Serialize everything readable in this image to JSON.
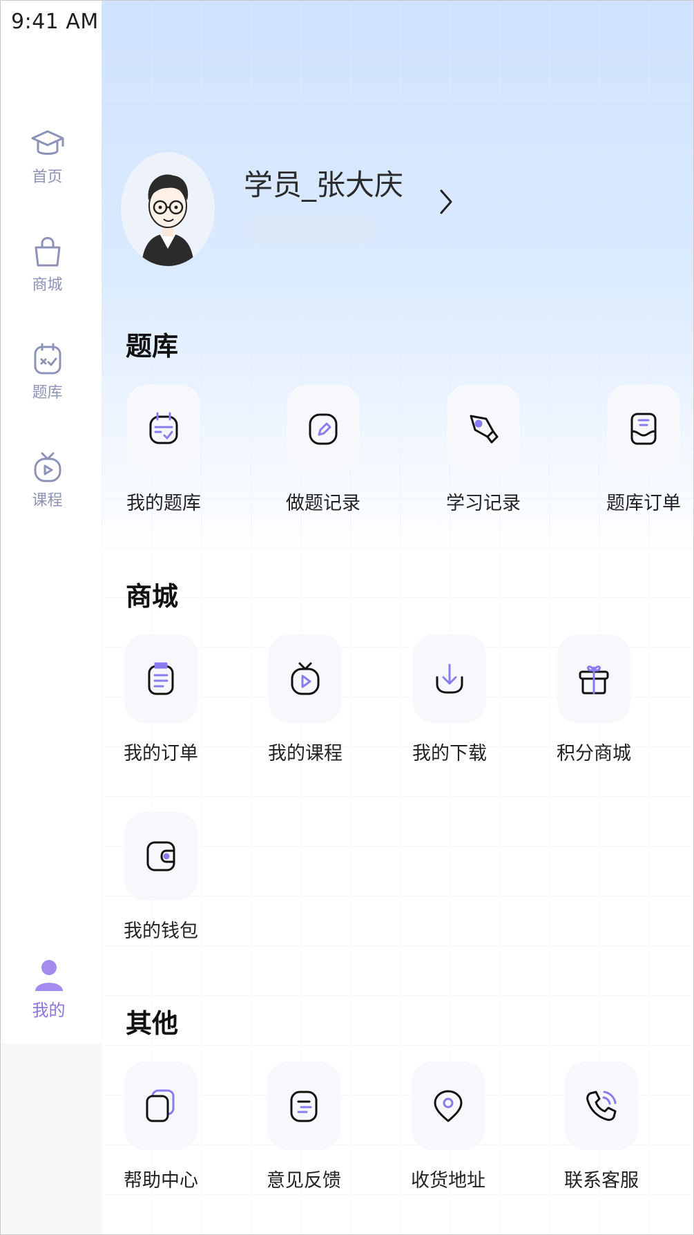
{
  "status_bar": {
    "time": "9:41 AM"
  },
  "sidebar": {
    "items": [
      {
        "label": "首页",
        "icon": "graduation-cap-icon"
      },
      {
        "label": "商城",
        "icon": "shopping-bag-icon"
      },
      {
        "label": "题库",
        "icon": "calendar-check-icon"
      },
      {
        "label": "课程",
        "icon": "tv-play-icon"
      },
      {
        "label": "我的",
        "icon": "user-icon",
        "active": true
      }
    ],
    "active_color": "#8a73e4",
    "inactive_color": "#8d92b8"
  },
  "profile": {
    "username": "学员_张大庆"
  },
  "sections": {
    "tiku": {
      "title": "题库",
      "items": [
        {
          "label": "我的题库",
          "icon": "question-bank-icon"
        },
        {
          "label": "做题记录",
          "icon": "edit-record-icon"
        },
        {
          "label": "学习记录",
          "icon": "pen-nib-icon"
        },
        {
          "label": "题库订单",
          "icon": "order-tray-icon"
        }
      ]
    },
    "shop": {
      "title": "商城",
      "items": [
        {
          "label": "我的订单",
          "icon": "clipboard-list-icon"
        },
        {
          "label": "我的课程",
          "icon": "tv-play-icon"
        },
        {
          "label": "我的下载",
          "icon": "download-icon"
        },
        {
          "label": "积分商城",
          "icon": "gift-icon"
        },
        {
          "label": "我的钱包",
          "icon": "wallet-icon"
        }
      ]
    },
    "other": {
      "title": "其他",
      "items": [
        {
          "label": "帮助中心",
          "icon": "help-cards-icon"
        },
        {
          "label": "意见反馈",
          "icon": "feedback-icon"
        },
        {
          "label": "收货地址",
          "icon": "location-pin-icon"
        },
        {
          "label": "联系客服",
          "icon": "phone-call-icon"
        }
      ]
    }
  },
  "colors": {
    "accent": "#8a7cf0",
    "text": "#111111"
  }
}
